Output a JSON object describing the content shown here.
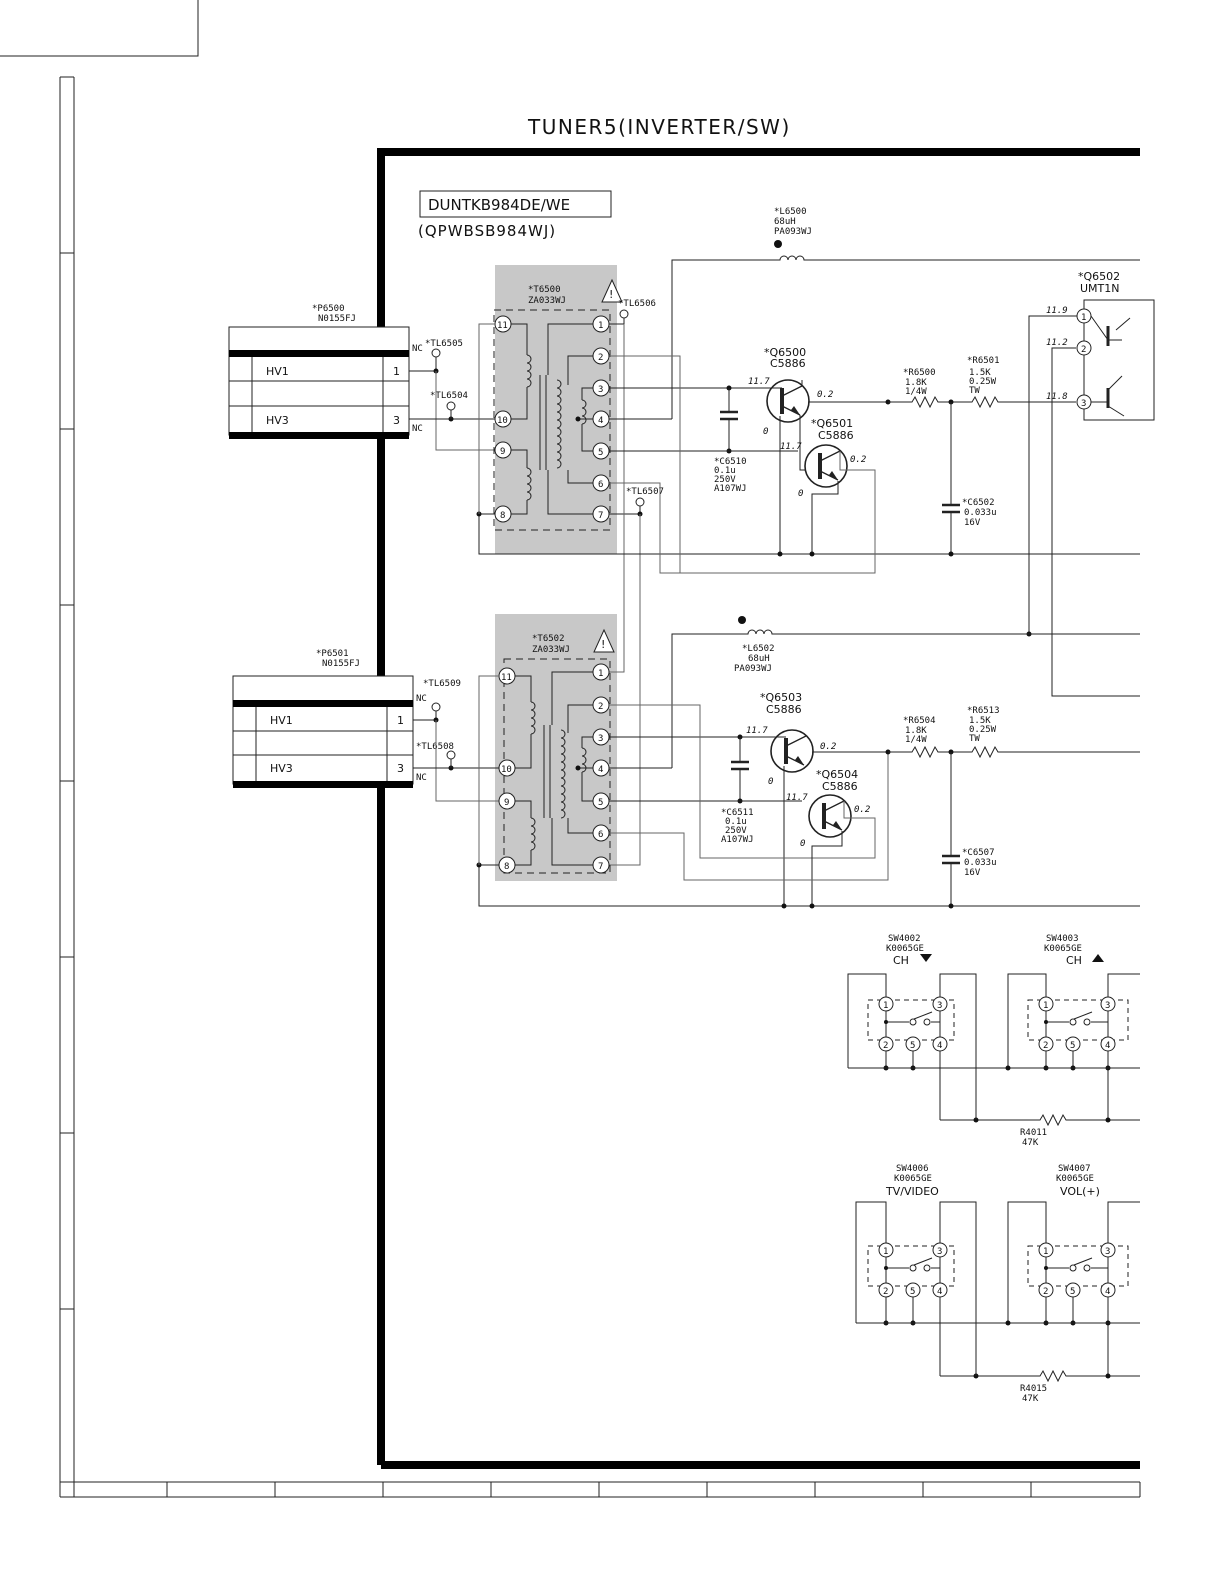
{
  "sheet": {
    "title": "TUNER5(INVERTER/SW)",
    "model": "DUNTKB984DE/WE",
    "pwb": "(QPWBSB984WJ)"
  },
  "connectors": [
    {
      "ref": "*P6500",
      "part": "N0155FJ",
      "pin1": "HV1",
      "pin3": "HV3",
      "n1": "1",
      "n3": "3"
    },
    {
      "ref": "*P6501",
      "part": "N0155FJ",
      "pin1": "HV1",
      "pin3": "HV3",
      "n1": "1",
      "n3": "3"
    }
  ],
  "test_points": [
    "*TL6505",
    "*TL6504",
    "*TL6506",
    "*TL6507",
    "*TL6509",
    "*TL6508"
  ],
  "nc_label": "NC",
  "transformers": [
    {
      "ref": "*T6500",
      "part": "ZA033WJ"
    },
    {
      "ref": "*T6502",
      "part": "ZA033WJ"
    }
  ],
  "transformer_pins": [
    "1",
    "2",
    "3",
    "4",
    "5",
    "6",
    "7",
    "8",
    "9",
    "10",
    "11"
  ],
  "inductors": [
    {
      "ref": "*L6500",
      "value": "68uH",
      "part": "PA093WJ"
    },
    {
      "ref": "*L6502",
      "value": "68uH",
      "part": "PA093WJ"
    }
  ],
  "transistors": [
    {
      "ref": "*Q6500",
      "part": "C5886"
    },
    {
      "ref": "*Q6501",
      "part": "C5886"
    },
    {
      "ref": "*Q6503",
      "part": "C5886"
    },
    {
      "ref": "*Q6504",
      "part": "C5886"
    },
    {
      "ref": "*Q6502",
      "part": "UMT1N"
    }
  ],
  "resistors": [
    {
      "ref": "*R6500",
      "value": "1.8K",
      "rating": "1/4W"
    },
    {
      "ref": "*R6501",
      "value": "1.5K",
      "rating": "0.25W",
      "type": "TW"
    },
    {
      "ref": "*R6504",
      "value": "1.8K",
      "rating": "1/4W"
    },
    {
      "ref": "*R6513",
      "value": "1.5K",
      "rating": "0.25W",
      "type": "TW"
    },
    {
      "ref": "R4011",
      "value": "47K"
    },
    {
      "ref": "R4015",
      "value": "47K"
    }
  ],
  "capacitors": [
    {
      "ref": "*C6510",
      "value": "0.1u",
      "rating": "250V",
      "part": "A107WJ"
    },
    {
      "ref": "*C6502",
      "value": "0.033u",
      "rating": "16V"
    },
    {
      "ref": "*C6511",
      "value": "0.1u",
      "rating": "250V",
      "part": "A107WJ"
    },
    {
      "ref": "*C6507",
      "value": "0.033u",
      "rating": "16V"
    }
  ],
  "voltages": {
    "v117": "11.7",
    "v02": "0.2",
    "v0": "0",
    "v119": "11.9",
    "v112": "11.2",
    "v118": "11.8"
  },
  "switches": [
    {
      "ref": "SW4002",
      "part": "K0065GE",
      "label": "CH"
    },
    {
      "ref": "SW4003",
      "part": "K0065GE",
      "label": "CH"
    },
    {
      "ref": "SW4006",
      "part": "K0065GE",
      "label": "TV/VIDEO"
    },
    {
      "ref": "SW4007",
      "part": "K0065GE",
      "label": "VOL(+)"
    }
  ],
  "switch_pins": [
    "1",
    "2",
    "3",
    "4",
    "5"
  ]
}
